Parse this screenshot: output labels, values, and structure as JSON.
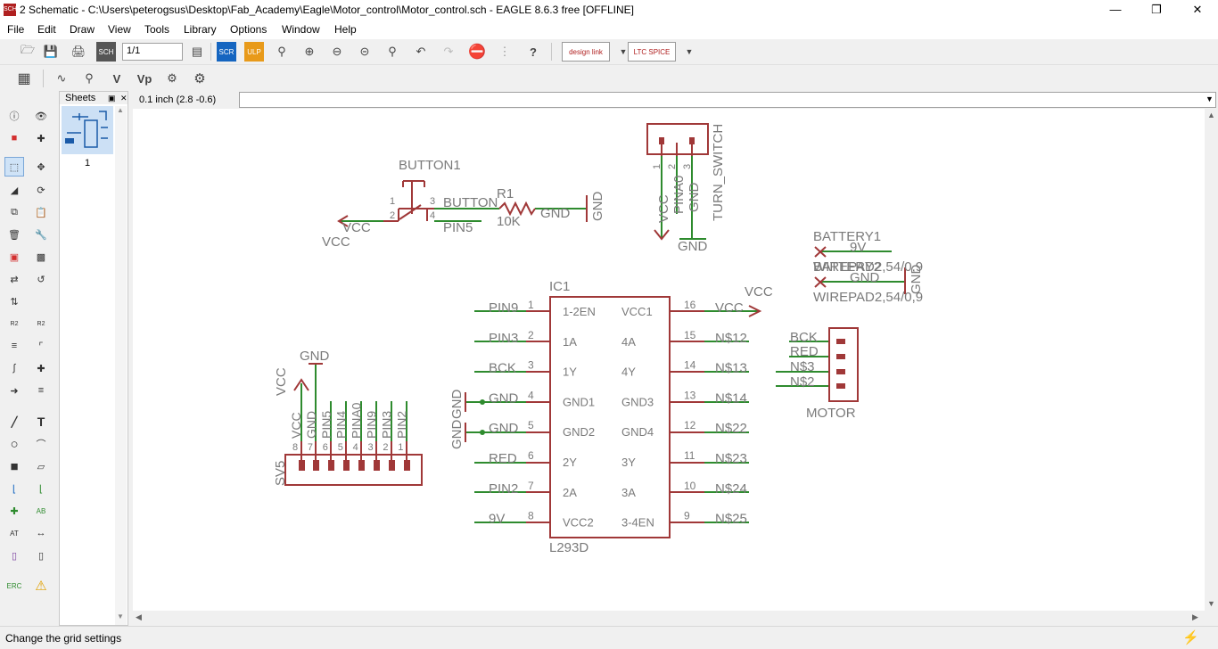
{
  "window": {
    "title": "2 Schematic - C:\\Users\\peterogsus\\Desktop\\Fab_Academy\\Eagle\\Motor_control\\Motor_control.sch - EAGLE 8.6.3 free [OFFLINE]",
    "app_icon_text": "SCH"
  },
  "menu": [
    "File",
    "Edit",
    "Draw",
    "View",
    "Tools",
    "Library",
    "Options",
    "Window",
    "Help"
  ],
  "toolbar": {
    "sheet_select": "1/1",
    "designlink_label": "design link",
    "ltspice_label": "LTC SPICE"
  },
  "sheets_panel": {
    "title": "Sheets",
    "sheet_number": "1"
  },
  "coord_readout": "0.1 inch (2.8 -0.6)",
  "command_input": "",
  "status_text": "Change the grid settings",
  "schematic": {
    "labels": {
      "button1": "BUTTON1",
      "button": "BUTTON",
      "pin5": "PIN5",
      "vcc": "VCC",
      "r1": "R1",
      "r1_value": "10K",
      "gnd": "GND",
      "turn_switch": "TURN_SWITCH",
      "pina0": "PINA0",
      "battery1": "BATTERY1",
      "v9": "9V",
      "battery2": "BATTERY2",
      "wirepad1": "WIREPAD2,54/0,9",
      "wirepad2": "WIREPAD2,54/0,9",
      "ic1": "IC1",
      "l293d": "L293D",
      "sv5": "SV5",
      "motor": "MOTOR",
      "bck": "BCK",
      "red": "RED",
      "n3": "N$3",
      "n2": "N$2"
    },
    "ic_left_nets": [
      "PIN9",
      "PIN3",
      "BCK",
      "GND",
      "GND",
      "RED",
      "PIN2",
      "9V"
    ],
    "ic_left_pins": [
      "1-2EN",
      "1A",
      "1Y",
      "GND1",
      "GND2",
      "2Y",
      "2A",
      "VCC2"
    ],
    "ic_left_nums": [
      "1",
      "2",
      "3",
      "4",
      "5",
      "6",
      "7",
      "8"
    ],
    "ic_right_nets": [
      "VCC",
      "N$12",
      "N$13",
      "N$14",
      "N$22",
      "N$23",
      "N$24",
      "N$25"
    ],
    "ic_right_pins": [
      "VCC1",
      "4A",
      "4Y",
      "GND3",
      "GND4",
      "3Y",
      "3A",
      "3-4EN"
    ],
    "ic_right_nums": [
      "16",
      "15",
      "14",
      "13",
      "12",
      "11",
      "10",
      "9"
    ],
    "sv5_nets": [
      "VCC",
      "GND",
      "PIN5",
      "PIN4",
      "PINA0",
      "PIN9",
      "PIN3",
      "PIN2"
    ],
    "sv5_nums": [
      "8",
      "7",
      "6",
      "5",
      "4",
      "3",
      "2",
      "1"
    ]
  },
  "colors": {
    "part": "#a03838",
    "net": "#2e8b2e",
    "text": "#7a7a7a",
    "accent": "#0078d7"
  }
}
